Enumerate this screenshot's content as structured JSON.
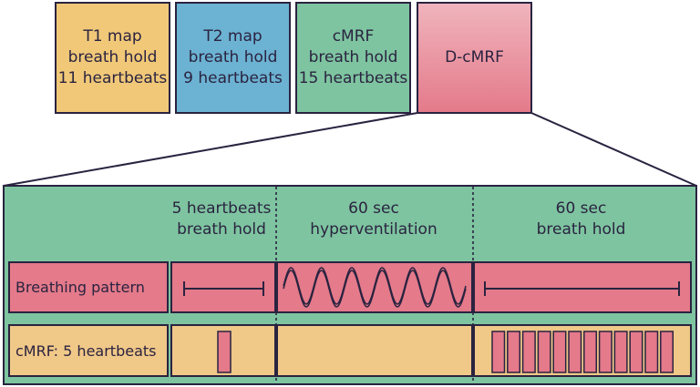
{
  "top_boxes": [
    {
      "lines": [
        "T1 map",
        "breath hold",
        "11 heartbeats"
      ],
      "color": "#f0c878"
    },
    {
      "lines": [
        "T2 map",
        "breath hold",
        "9 heartbeats"
      ],
      "color": "#6cb2d2"
    },
    {
      "lines": [
        "cMRF",
        "breath hold",
        "15 heartbeats"
      ],
      "color": "#7ec4a0"
    },
    {
      "lines": [
        "D-cMRF"
      ],
      "color": "#e47a8a"
    }
  ],
  "phases": [
    {
      "line1": "5 heartbeats",
      "line2": "breath hold"
    },
    {
      "line1": "60 sec",
      "line2": "hyperventilation"
    },
    {
      "line1": "60 sec",
      "line2": "breath hold"
    }
  ],
  "rows": {
    "breathing": "Breathing pattern",
    "cmrf": "cMRF: 5 heartbeats"
  },
  "acquisition_blocks": {
    "phase1": 1,
    "phase3": 12
  }
}
